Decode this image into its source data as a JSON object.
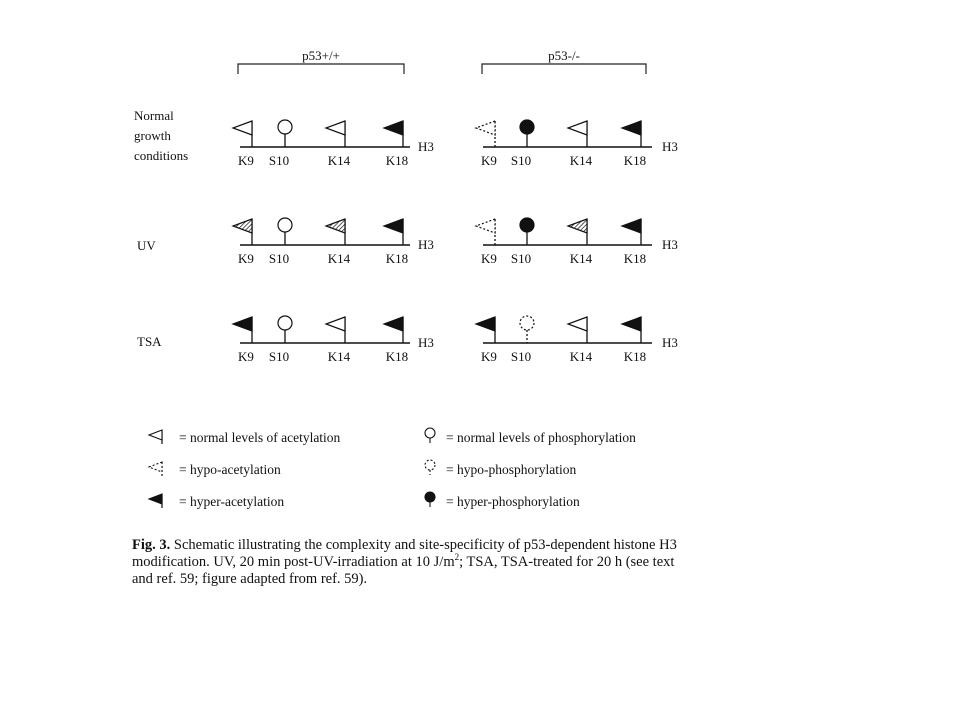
{
  "columns": [
    {
      "label": "p53+/+"
    },
    {
      "label": "p53-/-"
    }
  ],
  "sites": [
    "K9",
    "S10",
    "K14",
    "K18"
  ],
  "axis_label": "H3",
  "rows": [
    {
      "label": "Normal\ngrowth\nconditions",
      "states": [
        [
          "normal",
          "normal",
          "normal",
          "hyper"
        ],
        [
          "hypo",
          "hyper",
          "normal",
          "hyper"
        ]
      ]
    },
    {
      "label": "UV",
      "states": [
        [
          "hatched",
          "normal",
          "hatched",
          "hyper"
        ],
        [
          "hypo",
          "hyper",
          "hatched",
          "hyper"
        ]
      ]
    },
    {
      "label": "TSA",
      "states": [
        [
          "hyper",
          "normal",
          "normal",
          "hyper"
        ],
        [
          "hyper",
          "hypo",
          "normal",
          "hyper"
        ]
      ]
    }
  ],
  "legend": [
    {
      "kind": "acetyl",
      "state": "normal",
      "text": "= normal levels of acetylation"
    },
    {
      "kind": "acetyl",
      "state": "hypo",
      "text": "= hypo-acetylation"
    },
    {
      "kind": "acetyl",
      "state": "hyper",
      "text": "= hyper-acetylation"
    },
    {
      "kind": "phospho",
      "state": "normal",
      "text": "= normal levels of phosphorylation"
    },
    {
      "kind": "phospho",
      "state": "hypo",
      "text": "= hypo-phosphorylation"
    },
    {
      "kind": "phospho",
      "state": "hyper",
      "text": "= hyper-phosphorylation"
    }
  ],
  "caption": {
    "figure_label": "Fig. 3.",
    "text_before_sup": "Schematic illustrating the complexity and site-specificity of p53-dependent histone H3 modification. UV, 20 min post-UV-irradiation at 10 J/m",
    "sup": "2",
    "text_after_sup": "; TSA, TSA-treated for 20 h (see text and ref. 59; figure adapted from ref. 59)."
  }
}
